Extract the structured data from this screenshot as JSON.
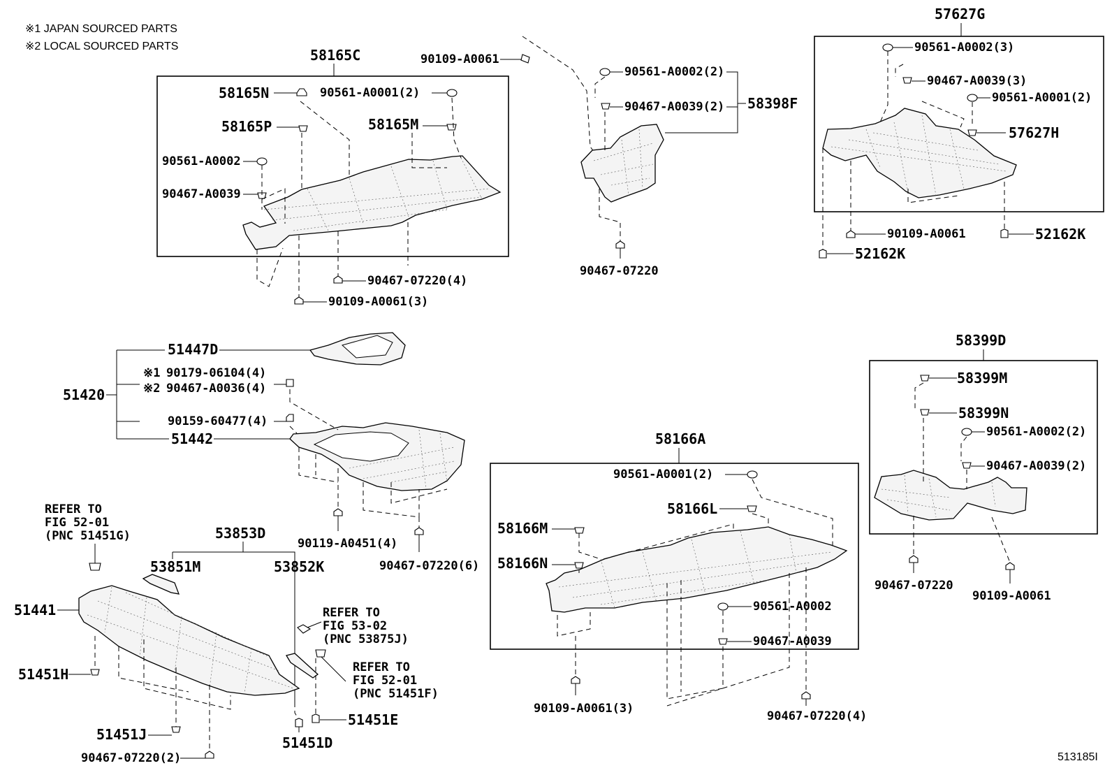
{
  "notes": {
    "japan": "※1  JAPAN SOURCED PARTS",
    "local": "※2  LOCAL SOURCED PARTS"
  },
  "figure_id": "513185I",
  "labels": {
    "g58165C": "58165C",
    "p58165N": "58165N",
    "p58165P": "58165P",
    "p58165M": "58165M",
    "c90561_A0001_2": "90561-A0001(2)",
    "c90561_A0002": "90561-A0002",
    "c90467_A0039": "90467-A0039",
    "c90467_07220_4a": "90467-07220(4)",
    "c90109_A0061_3a": "90109-A0061(3)",
    "c90109_A0061_top": "90109-A0061",
    "c90561_A0002_2a": "90561-A0002(2)",
    "c90467_A0039_2a": "90467-A0039(2)",
    "g58398F": "58398F",
    "c90467_07220_mid": "90467-07220",
    "g57627G": "57627G",
    "c90561_A0002_3": "90561-A0002(3)",
    "c90467_A0039_3": "90467-A0039(3)",
    "c90561_A0001_2b": "90561-A0001(2)",
    "p57627H": "57627H",
    "c90109_A0061_r": "90109-A0061",
    "p52162K_a": "52162K",
    "p52162K_b": "52162K",
    "p51447D": "51447D",
    "g51420": "51420",
    "m1": "※1",
    "m2": "※2",
    "c90179_06104_4": "90179-06104(4)",
    "c90467_A0036_4": "90467-A0036(4)",
    "c90159_60477_4": "90159-60477(4)",
    "p51442": "51442",
    "c90119_A0451_4": "90119-A0451(4)",
    "c90467_07220_6": "90467-07220(6)",
    "g58399D": "58399D",
    "p58399M": "58399M",
    "p58399N": "58399N",
    "c90561_A0002_2b": "90561-A0002(2)",
    "c90467_A0039_2b": "90467-A0039(2)",
    "c90467_07220_r": "90467-07220",
    "c90109_A0061_rr": "90109-A0061",
    "g58166A": "58166A",
    "c90561_A0001_2c": "90561-A0001(2)",
    "p58166L": "58166L",
    "p58166M": "58166M",
    "p58166N": "58166N",
    "c90561_A0002_b": "90561-A0002",
    "c90467_A0039_b": "90467-A0039",
    "c90109_A0061_3b": "90109-A0061(3)",
    "c90467_07220_4b": "90467-07220(4)",
    "ref1_l1": "REFER TO",
    "ref1_l2": "FIG 52-01",
    "ref1_l3": "(PNC 51451G)",
    "g53853D": "53853D",
    "p53851M": "53851M",
    "p53852K": "53852K",
    "p51441": "51441",
    "ref2_l1": "REFER TO",
    "ref2_l2": "FIG 53-02",
    "ref2_l3": "(PNC 53875J)",
    "ref3_l1": "REFER TO",
    "ref3_l2": "FIG 52-01",
    "ref3_l3": "(PNC 51451F)",
    "p51451H": "51451H",
    "p51451J": "51451J",
    "p51451E": "51451E",
    "p51451D": "51451D",
    "c90467_07220_2": "90467-07220(2)"
  }
}
